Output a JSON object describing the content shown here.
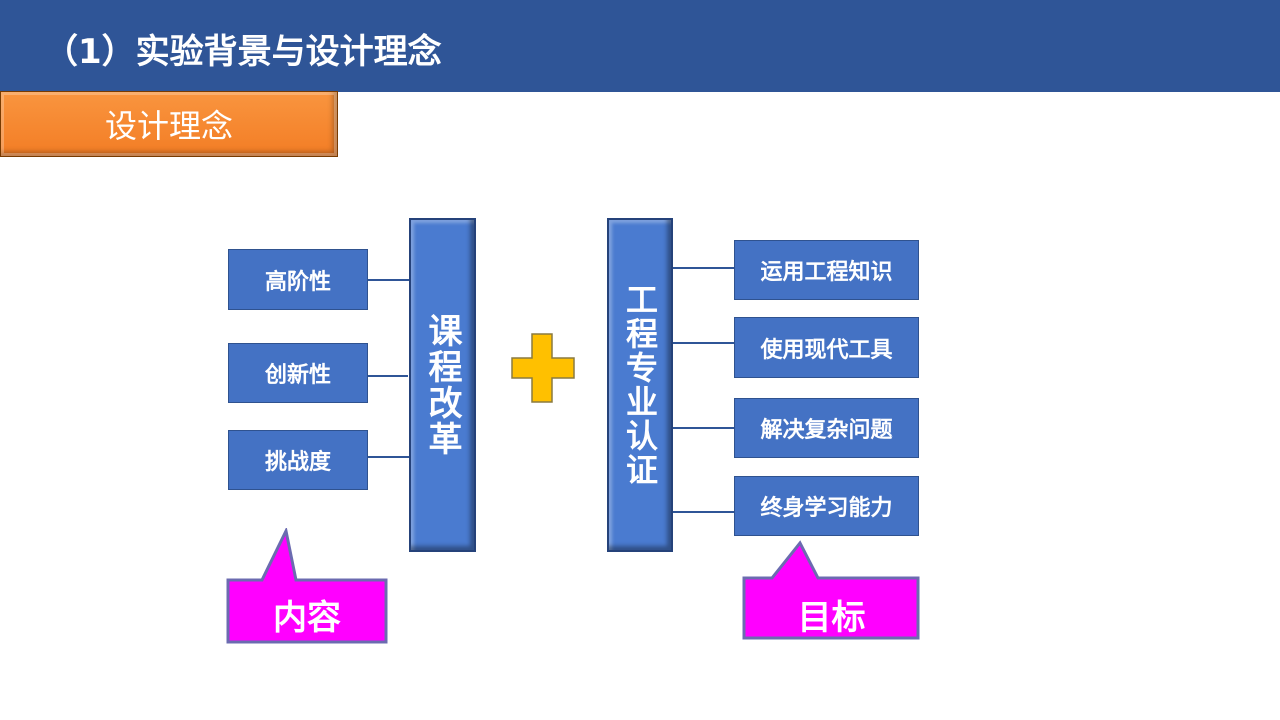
{
  "header": {
    "title": "（1）实验背景与设计理念"
  },
  "section_tag": "设计理念",
  "left": {
    "column": "课程改革",
    "items": [
      "高阶性",
      "创新性",
      "挑战度"
    ],
    "callout": "内容"
  },
  "right": {
    "column": "工程专业认证",
    "items": [
      "运用工程知识",
      "使用现代工具",
      "解决复杂问题",
      "终身学习能力"
    ],
    "callout": "目标"
  },
  "colors": {
    "header": "#2f5597",
    "tag": "#f58a33",
    "box": "#4472c4",
    "plus": "#ffc000",
    "callout": "#ff00ff"
  }
}
